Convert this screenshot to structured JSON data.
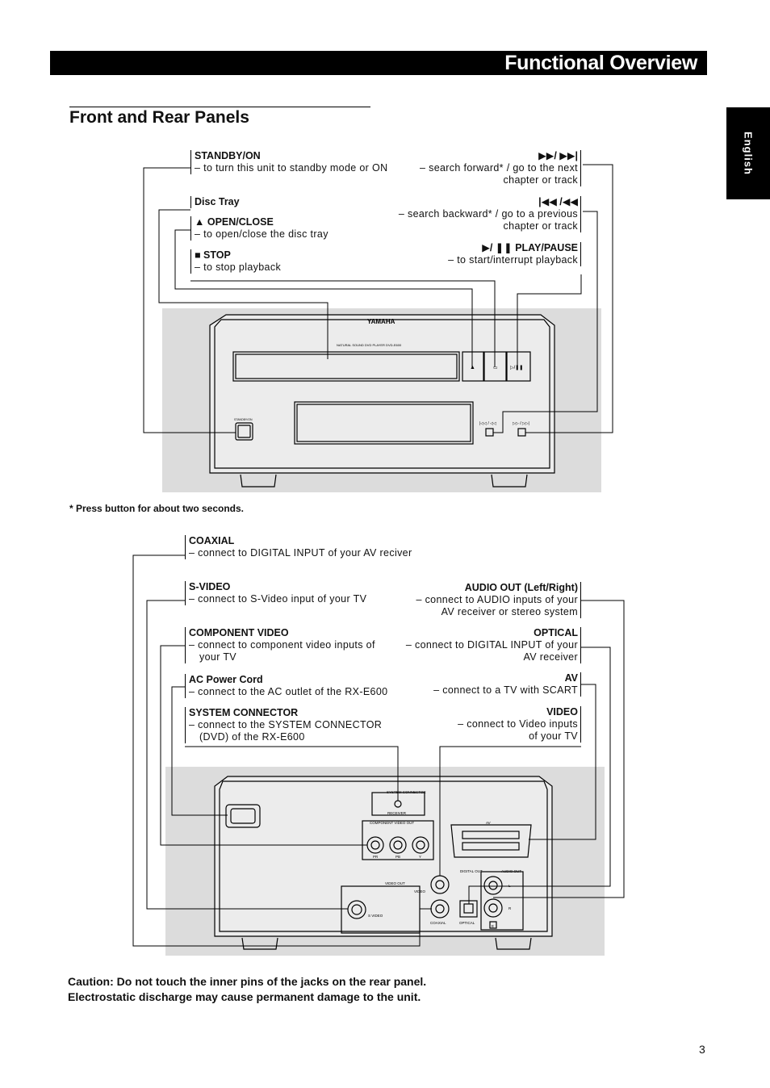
{
  "header": {
    "title": "Functional Overview"
  },
  "language_tab": "English",
  "section": {
    "title": "Front and Rear Panels"
  },
  "front": {
    "left": [
      {
        "title": "STANDBY/ON",
        "desc": "– to turn this unit to standby mode or ON"
      },
      {
        "title": "Disc Tray",
        "desc": ""
      },
      {
        "title": "▲  OPEN/CLOSE",
        "desc": "– to open/close the disc tray"
      },
      {
        "title": "■  STOP",
        "desc": "– to stop playback"
      }
    ],
    "right": [
      {
        "title": "▶▶/ ▶▶|",
        "desc1": "– search forward* / go to the next",
        "desc2": "chapter or track"
      },
      {
        "title": "|◀◀ /◀◀",
        "desc1": "– search backward* / go to a previous",
        "desc2": "chapter or track"
      },
      {
        "title": "▶/ ❚❚  PLAY/PAUSE",
        "desc1": "– to start/interrupt playback",
        "desc2": ""
      }
    ],
    "device": {
      "brand": "YAMAHA",
      "model": "NATURAL  SOUND  DVD  PLAYER  DVD-E600",
      "standby_label": "STANDBY/ON"
    }
  },
  "note": "* Press button for about two seconds.",
  "rear": {
    "left": [
      {
        "title": "COAXIAL",
        "desc1": "–  connect to DIGITAL INPUT of your AV reciver",
        "desc2": ""
      },
      {
        "title": "S-VIDEO",
        "desc1": "–  connect to S-Video input of your TV",
        "desc2": ""
      },
      {
        "title": "COMPONENT VIDEO",
        "desc1": "–  connect to component video inputs of",
        "desc2": "your TV"
      },
      {
        "title": "AC Power Cord",
        "desc1": "–  connect to the AC outlet of the RX-E600",
        "desc2": ""
      },
      {
        "title": "SYSTEM CONNECTOR",
        "desc1": "–  connect to the SYSTEM CONNECTOR",
        "desc2": "(DVD) of the RX-E600"
      }
    ],
    "right": [
      {
        "title": "AUDIO OUT (Left/Right)",
        "desc1": "– connect to AUDIO inputs of your",
        "desc2": "AV receiver or stereo system"
      },
      {
        "title": "OPTICAL",
        "desc1": "– connect to DIGITAL INPUT of your",
        "desc2": "AV receiver"
      },
      {
        "title": "AV",
        "desc1": "– connect to a TV with SCART",
        "desc2": ""
      },
      {
        "title": "VIDEO",
        "desc1": "– connect to Video inputs",
        "desc2": "of your TV"
      }
    ],
    "device": {
      "system_connector": "SYSTEM CONNECTOR",
      "receiver": "RECEIVER",
      "component_out": "COMPONENT VIDEO OUT",
      "pr": "PR",
      "pb": "PB",
      "y": "Y",
      "av": "AV",
      "video_out": "VIDEO OUT",
      "video": "VIDEO",
      "s_video": "S VIDEO",
      "digital_out": "DIGITAL OUT",
      "audio_out": "AUDIO OUT",
      "coaxial": "COAXIAL",
      "optical": "OPTICAL",
      "l": "L",
      "r": "R",
      "e": "E"
    }
  },
  "caution": {
    "line1": "Caution: Do not touch the inner pins of the jacks on the rear panel.",
    "line2": "Electrostatic discharge may cause permanent damage to the unit."
  },
  "page_number": "3"
}
